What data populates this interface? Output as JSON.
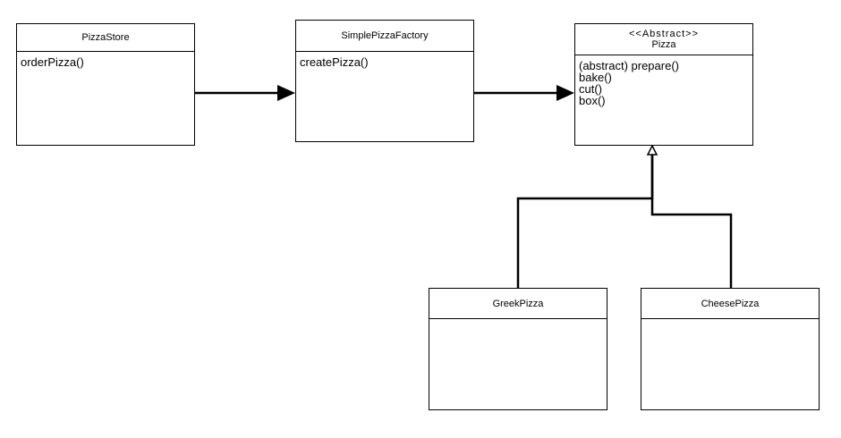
{
  "diagram": {
    "classes": {
      "pizza_store": {
        "name": "PizzaStore",
        "methods": [
          "orderPizza()"
        ]
      },
      "simple_pizza_factory": {
        "name": "SimplePizzaFactory",
        "methods": [
          "createPizza()"
        ]
      },
      "pizza": {
        "stereotype": "<<Abstract>>",
        "name": "Pizza",
        "methods": [
          "(abstract) prepare()",
          "bake()",
          "cut()",
          "box()"
        ]
      },
      "greek_pizza": {
        "name": "GreekPizza",
        "methods": []
      },
      "cheese_pizza": {
        "name": "CheesePizza",
        "methods": []
      }
    },
    "relationships": [
      {
        "from": "PizzaStore",
        "to": "SimplePizzaFactory",
        "type": "association"
      },
      {
        "from": "SimplePizzaFactory",
        "to": "Pizza",
        "type": "association"
      },
      {
        "from": "GreekPizza",
        "to": "Pizza",
        "type": "generalization"
      },
      {
        "from": "CheesePizza",
        "to": "Pizza",
        "type": "generalization"
      }
    ],
    "colors": {
      "line": "#000000",
      "box_background": "#ffffff"
    }
  }
}
